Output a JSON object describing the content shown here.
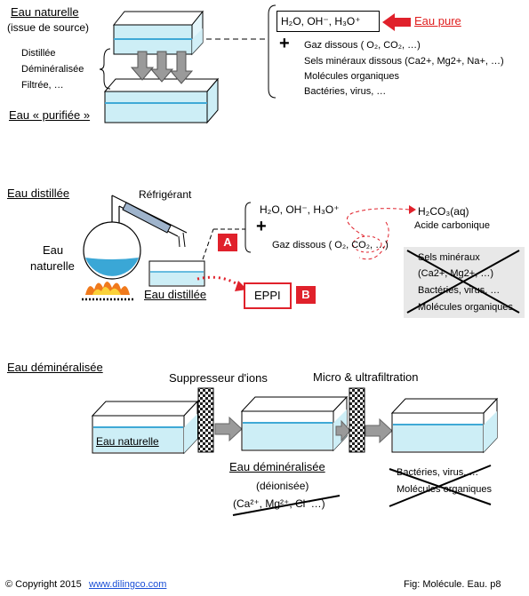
{
  "colors": {
    "water": "#cdeef6",
    "water_line": "#3fa9d6",
    "accent_red": "#e0212b",
    "arrow_grey": "#9a9a9a"
  },
  "s1": {
    "title": "Eau naturelle",
    "source": "(issue de source)",
    "treatments": [
      "Distillée",
      "Déminéralisée",
      "Filtrée, …"
    ],
    "purified": "Eau « purifiée »",
    "formula": "H₂O, OH⁻, H₃O⁺",
    "pure_label": "Eau pure",
    "plus": "+",
    "items": [
      "Gaz dissous ( O₂, CO₂, …)",
      "Sels minéraux dissous (Ca2+, Mg2+, Na+, …)",
      "Molécules organiques",
      "Bactéries, virus, …"
    ]
  },
  "s2": {
    "title": "Eau distillée",
    "condenser": "Réfrigérant",
    "eau": "Eau",
    "naturelle": "naturelle",
    "distilled": "Eau distillée",
    "formula": "H₂O, OH⁻, H₃O⁺",
    "plus": "+",
    "gas": "Gaz dissous ( O₂, CO₂, …)",
    "h2co3": "H₂CO₃(aq)",
    "acid": "Acide carbonique",
    "badge_a": "A",
    "badge_b": "B",
    "eppi": "EPPI",
    "crossed": [
      "Sels minéraux",
      "(Ca2+, Mg2+, …)",
      "Bactéries, virus, …",
      "Molécules organiques"
    ]
  },
  "s3": {
    "title": "Eau déminéralisée",
    "suppressor": "Suppresseur d'ions",
    "micro": "Micro & ultrafiltration",
    "tank1": "Eau naturelle",
    "demin": "Eau déminéralisée",
    "deion": "(déionisée)",
    "ions": "(Ca²⁺, Mg²⁺, Cl⁻…)",
    "crossed": [
      "Bactéries, virus, …",
      "Molécules organiques"
    ]
  },
  "footer": {
    "copyright": "© Copyright 2015",
    "url": "www.dilingco.com",
    "fig": "Fig:   Molécule. Eau. p8"
  }
}
